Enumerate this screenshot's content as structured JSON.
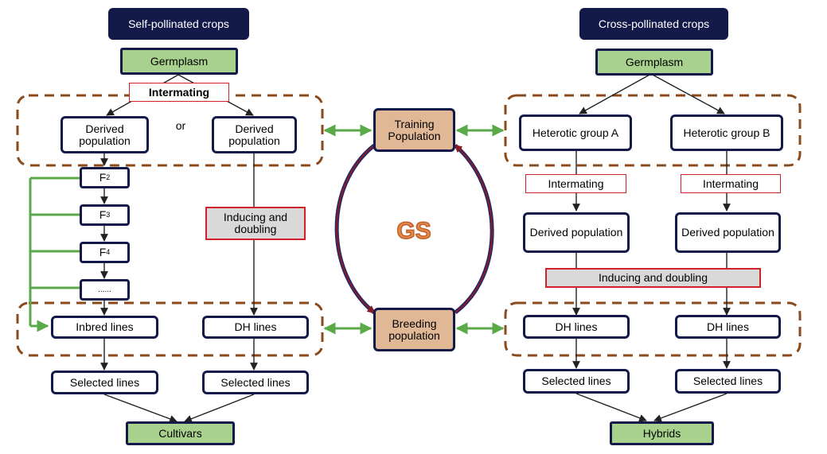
{
  "left": {
    "header": "Self-pollinated crops",
    "germplasm": "Germplasm",
    "intermating": "Intermating",
    "or": "or",
    "derived_a": "Derived population",
    "derived_b": "Derived population",
    "generations": [
      {
        "base": "F",
        "sub": "2"
      },
      {
        "base": "F",
        "sub": "3"
      },
      {
        "base": "F",
        "sub": "4"
      },
      {
        "base": "......",
        "sub": ""
      }
    ],
    "inducing": "Inducing and doubling",
    "inbred": "Inbred lines",
    "dh": "DH lines",
    "selected_a": "Selected lines",
    "selected_b": "Selected lines",
    "output": "Cultivars"
  },
  "center": {
    "training": "Training Population",
    "breeding": "Breeding population",
    "gs": "GS"
  },
  "right": {
    "header": "Cross-pollinated crops",
    "germplasm": "Germplasm",
    "group_a": "Heterotic group A",
    "group_b": "Heterotic group B",
    "intermating_a": "Intermating",
    "intermating_b": "Intermating",
    "derived_a": "Derived population",
    "derived_b": "Derived population",
    "inducing": "Inducing and doubling",
    "dh_a": "DH lines",
    "dh_b": "DH lines",
    "selected_a": "Selected lines",
    "selected_b": "Selected lines",
    "output": "Hybrids"
  },
  "colors": {
    "navy": "#131a4a",
    "green_fill": "#a9d18e",
    "tan_fill": "#e1b896",
    "dashed_brown": "#8b4a1c",
    "green_arrow": "#5aaa4a",
    "red_border": "#d0202a",
    "gs_orange": "#e08a4c"
  }
}
